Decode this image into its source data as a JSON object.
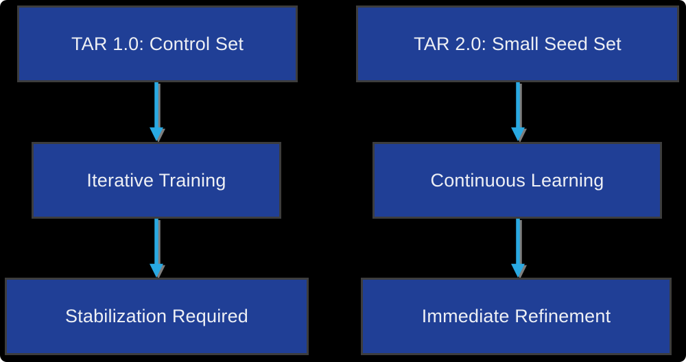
{
  "colors": {
    "page-bg": "#ffffff",
    "canvas-bg": "#000000",
    "node-fill": "#203F96",
    "node-border": "#3D3D3D",
    "node-text": "#EDEFF4",
    "arrow": "#29A9E2",
    "arrow-shadow": "#7E7E7E"
  },
  "diagram": {
    "type": "flowchart",
    "direction": "top-down",
    "columns": [
      {
        "id": "tar-1",
        "nodes": [
          "TAR 1.0: Control Set",
          "Iterative Training",
          "Stabilization Required"
        ]
      },
      {
        "id": "tar-2",
        "nodes": [
          "TAR 2.0: Small Seed Set",
          "Continuous Learning",
          "Immediate Refinement"
        ]
      }
    ]
  }
}
